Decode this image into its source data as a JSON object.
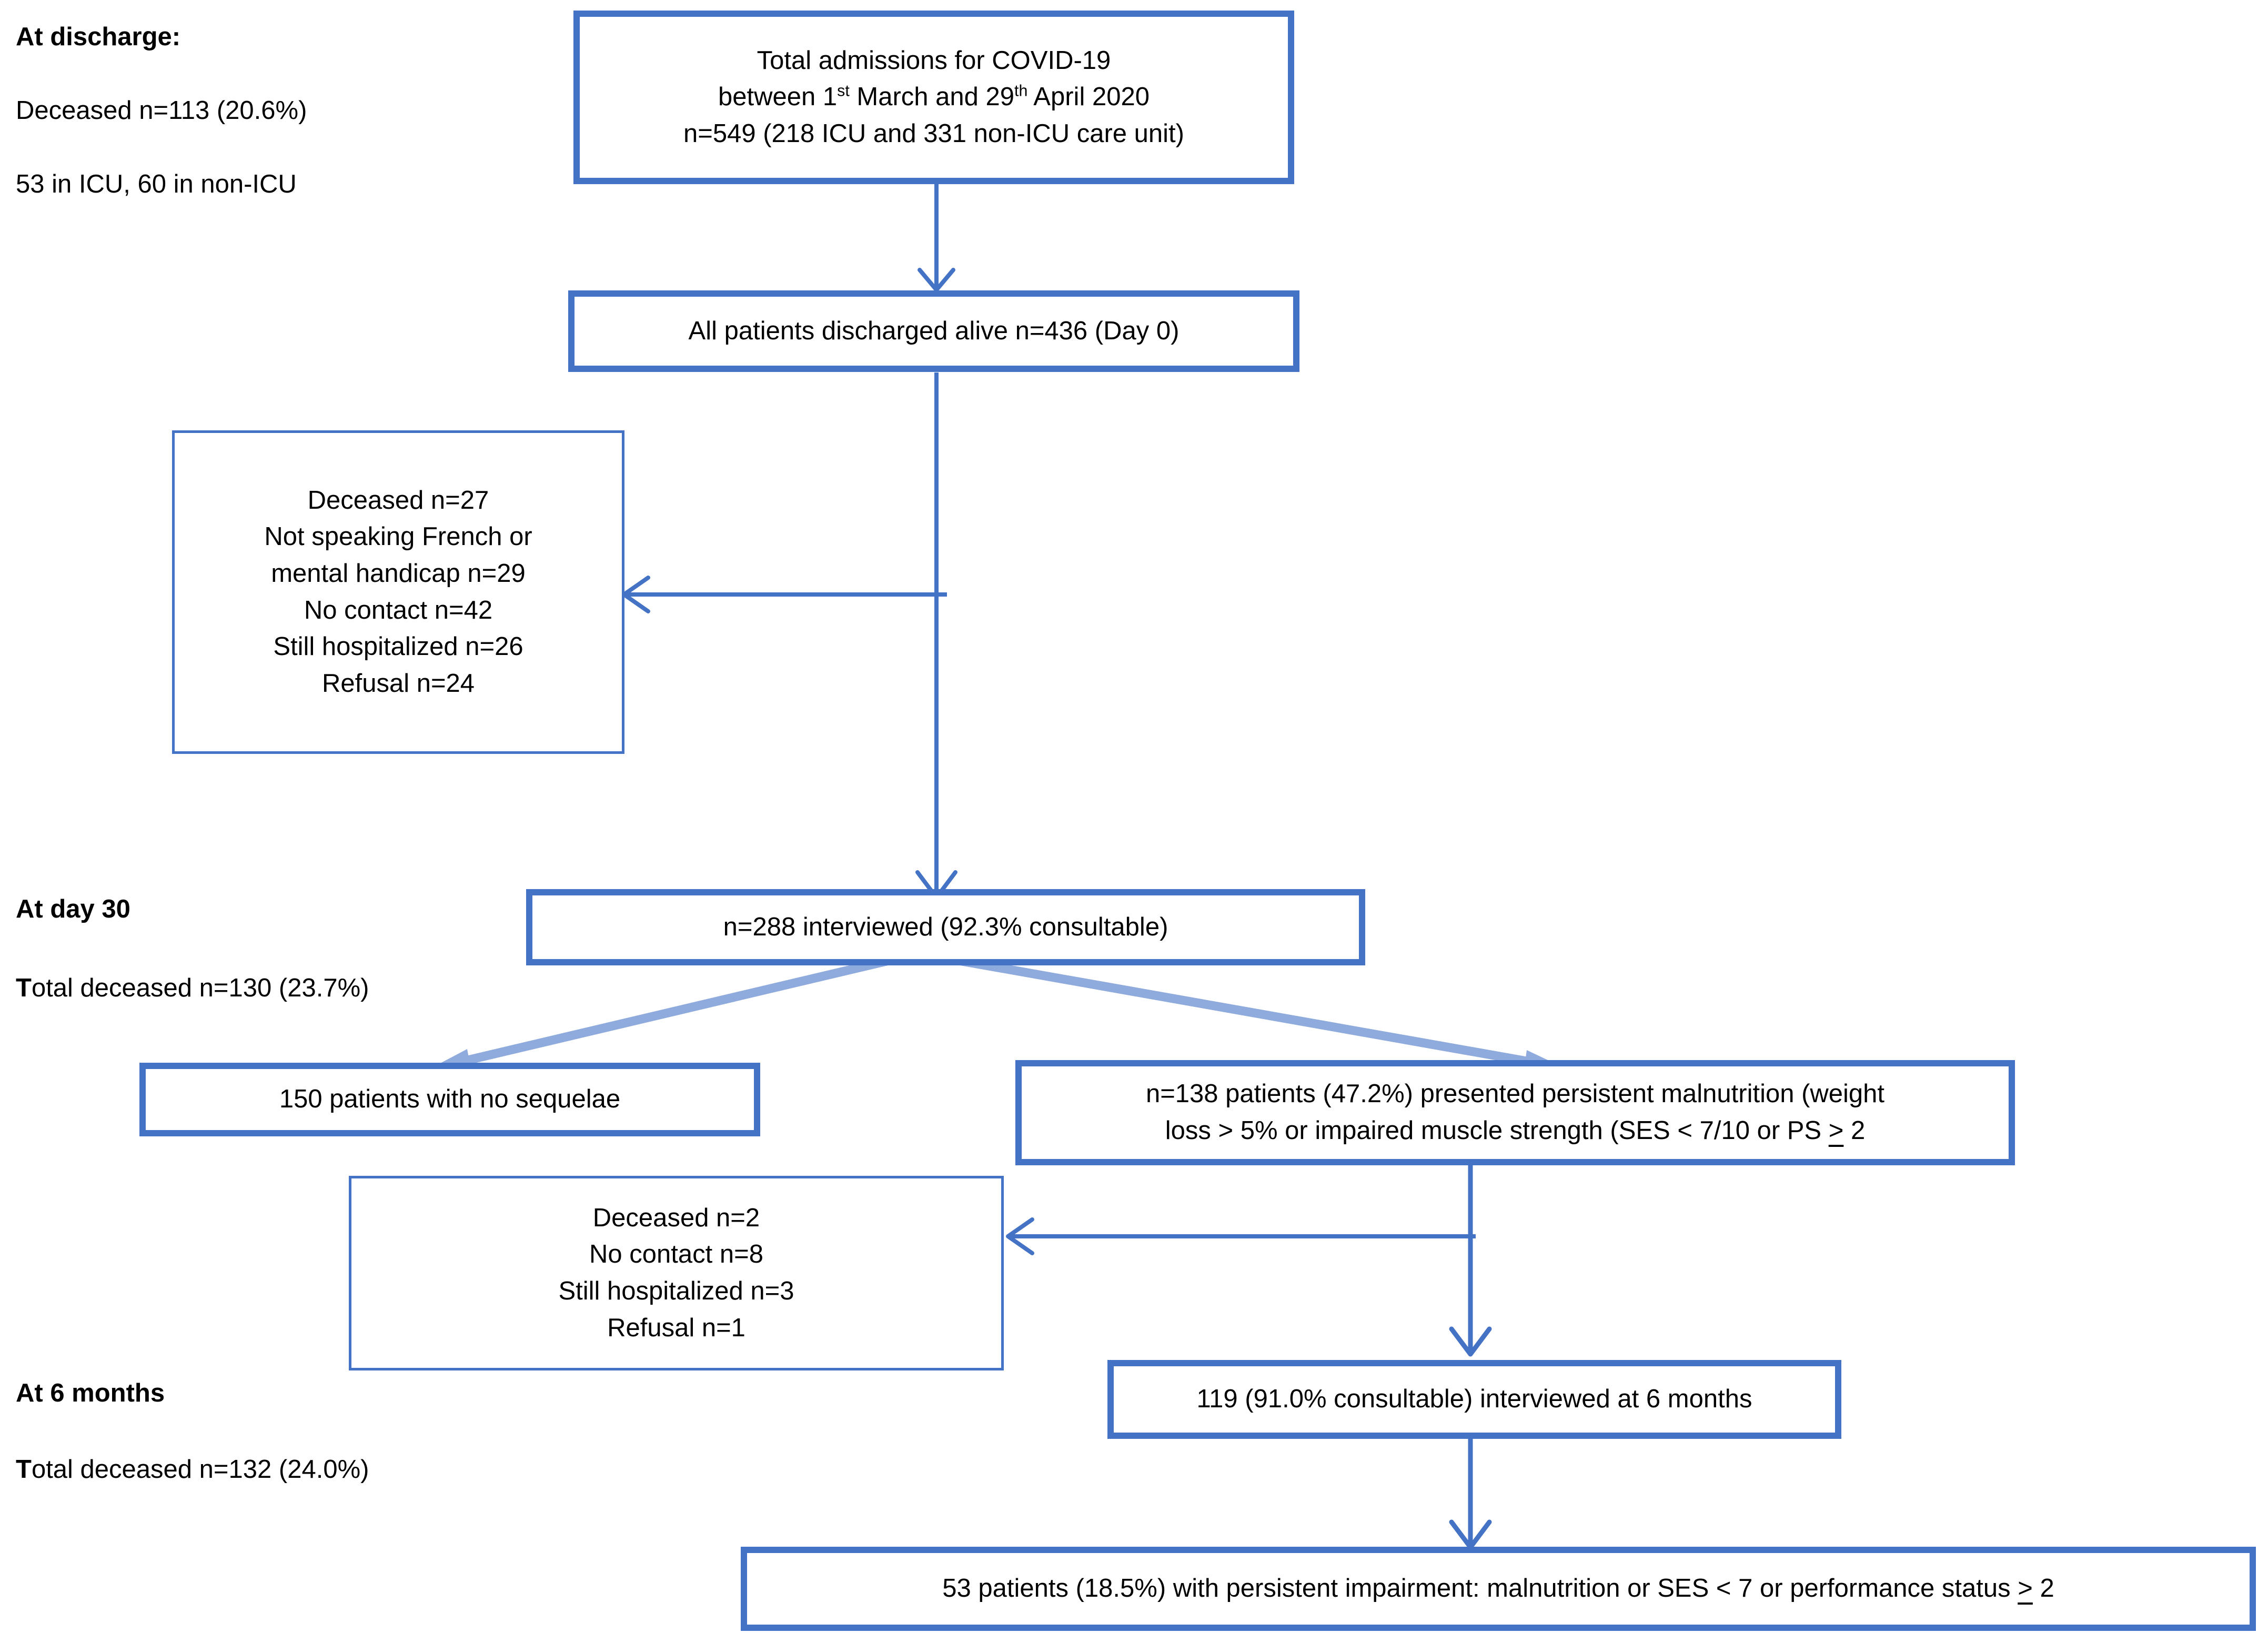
{
  "diagram": {
    "title": "COVID-19 patient follow-up flow diagram",
    "accent_color": "#4472C4",
    "light_accent_color": "#8FAADC",
    "background_color": "#FFFFFF"
  },
  "side_labels": {
    "discharge": {
      "heading": "At discharge:",
      "line1": "Deceased n=113 (20.6%)",
      "line2": "53 in ICU, 60 in non-ICU"
    },
    "day30": {
      "heading": "At day 30",
      "line1_lead": "T",
      "line1_rest": "otal deceased n=130 (23.7%)"
    },
    "months6": {
      "heading": "At 6 months",
      "line1_lead": "T",
      "line1_rest": "otal deceased n=132 (24.0%)"
    }
  },
  "nodes": {
    "admissions": {
      "line1": "Total admissions for COVID-19",
      "line2_pre": "between 1",
      "line2_sup1": "st",
      "line2_mid": " March and 29",
      "line2_sup2": "th",
      "line2_post": " April 2020",
      "line3": "n=549 (218 ICU and 331 non-ICU care unit)"
    },
    "discharged_alive": {
      "text": "All patients discharged alive n=436 (Day 0)"
    },
    "exclusions_day30": {
      "line1": "Deceased n=27",
      "line2": "Not speaking French or",
      "line3": "mental handicap n=29",
      "line4": "No contact n=42",
      "line5": "Still hospitalized n=26",
      "line6": "Refusal n=24"
    },
    "interviewed_day30": {
      "text": "n=288 interviewed (92.3% consultable)"
    },
    "no_sequelae": {
      "text": "150 patients with no sequelae"
    },
    "malnutrition": {
      "line1": "n=138 patients (47.2%) presented persistent malnutrition (weight",
      "line2_pre": "loss > 5% or impaired muscle strength (SES < 7/10 or PS ",
      "line2_ge": ">",
      "line2_post": " 2"
    },
    "exclusions_6m": {
      "line1": "Deceased n=2",
      "line2": "No contact n=8",
      "line3": "Still hospitalized n=3",
      "line4": "Refusal n=1"
    },
    "interviewed_6m": {
      "text": "119 (91.0% consultable) interviewed at 6 months"
    },
    "persistent_impairment": {
      "pre": "53 patients (18.5%) with persistent impairment: malnutrition or SES < 7 or performance status ",
      "ge": ">",
      "post": " 2"
    }
  },
  "connectors": [
    {
      "name": "admissions-to-discharged",
      "kind": "arrow-down"
    },
    {
      "name": "discharged-to-exclusions-day30",
      "kind": "arrow-left"
    },
    {
      "name": "discharged-to-interviewed-day30",
      "kind": "arrow-down"
    },
    {
      "name": "interviewed-to-no-sequelae",
      "kind": "arrow-diagonal-left"
    },
    {
      "name": "interviewed-to-malnutrition",
      "kind": "arrow-diagonal-right"
    },
    {
      "name": "malnutrition-to-exclusions-6m",
      "kind": "arrow-left"
    },
    {
      "name": "malnutrition-to-interviewed-6m",
      "kind": "arrow-down"
    },
    {
      "name": "interviewed-6m-to-impairment",
      "kind": "arrow-down"
    }
  ]
}
